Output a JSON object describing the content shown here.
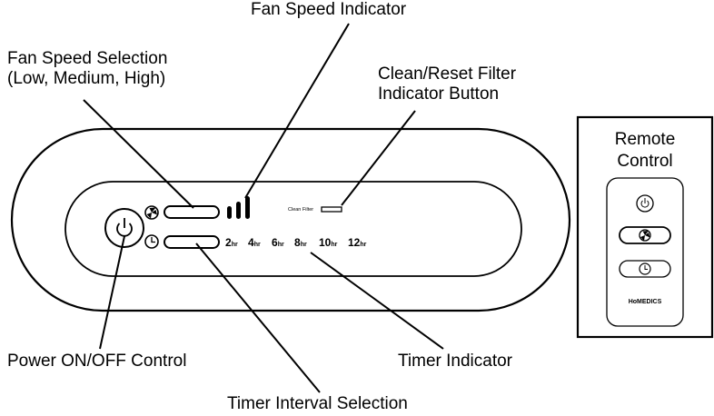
{
  "callouts": {
    "fan_speed_indicator": "Fan Speed Indicator",
    "fan_speed_selection_line1": "Fan Speed Selection",
    "fan_speed_selection_line2": "(Low, Medium, High)",
    "clean_reset_line1": "Clean/Reset Filter",
    "clean_reset_line2": "Indicator Button",
    "power": "Power ON/OFF Control",
    "timer_indicator": "Timer Indicator",
    "timer_interval": "Timer Interval Selection"
  },
  "panel": {
    "clean_filter_label": "Clean Filter",
    "timer_values": [
      {
        "num": "2",
        "unit": "hr"
      },
      {
        "num": "4",
        "unit": "hr"
      },
      {
        "num": "6",
        "unit": "hr"
      },
      {
        "num": "8",
        "unit": "hr"
      },
      {
        "num": "10",
        "unit": "hr"
      },
      {
        "num": "12",
        "unit": "hr"
      }
    ]
  },
  "remote": {
    "title_line1": "Remote",
    "title_line2": "Control",
    "brand": "HoMEDICS"
  },
  "icons": [
    "power-icon",
    "fan-icon",
    "clock-icon"
  ]
}
